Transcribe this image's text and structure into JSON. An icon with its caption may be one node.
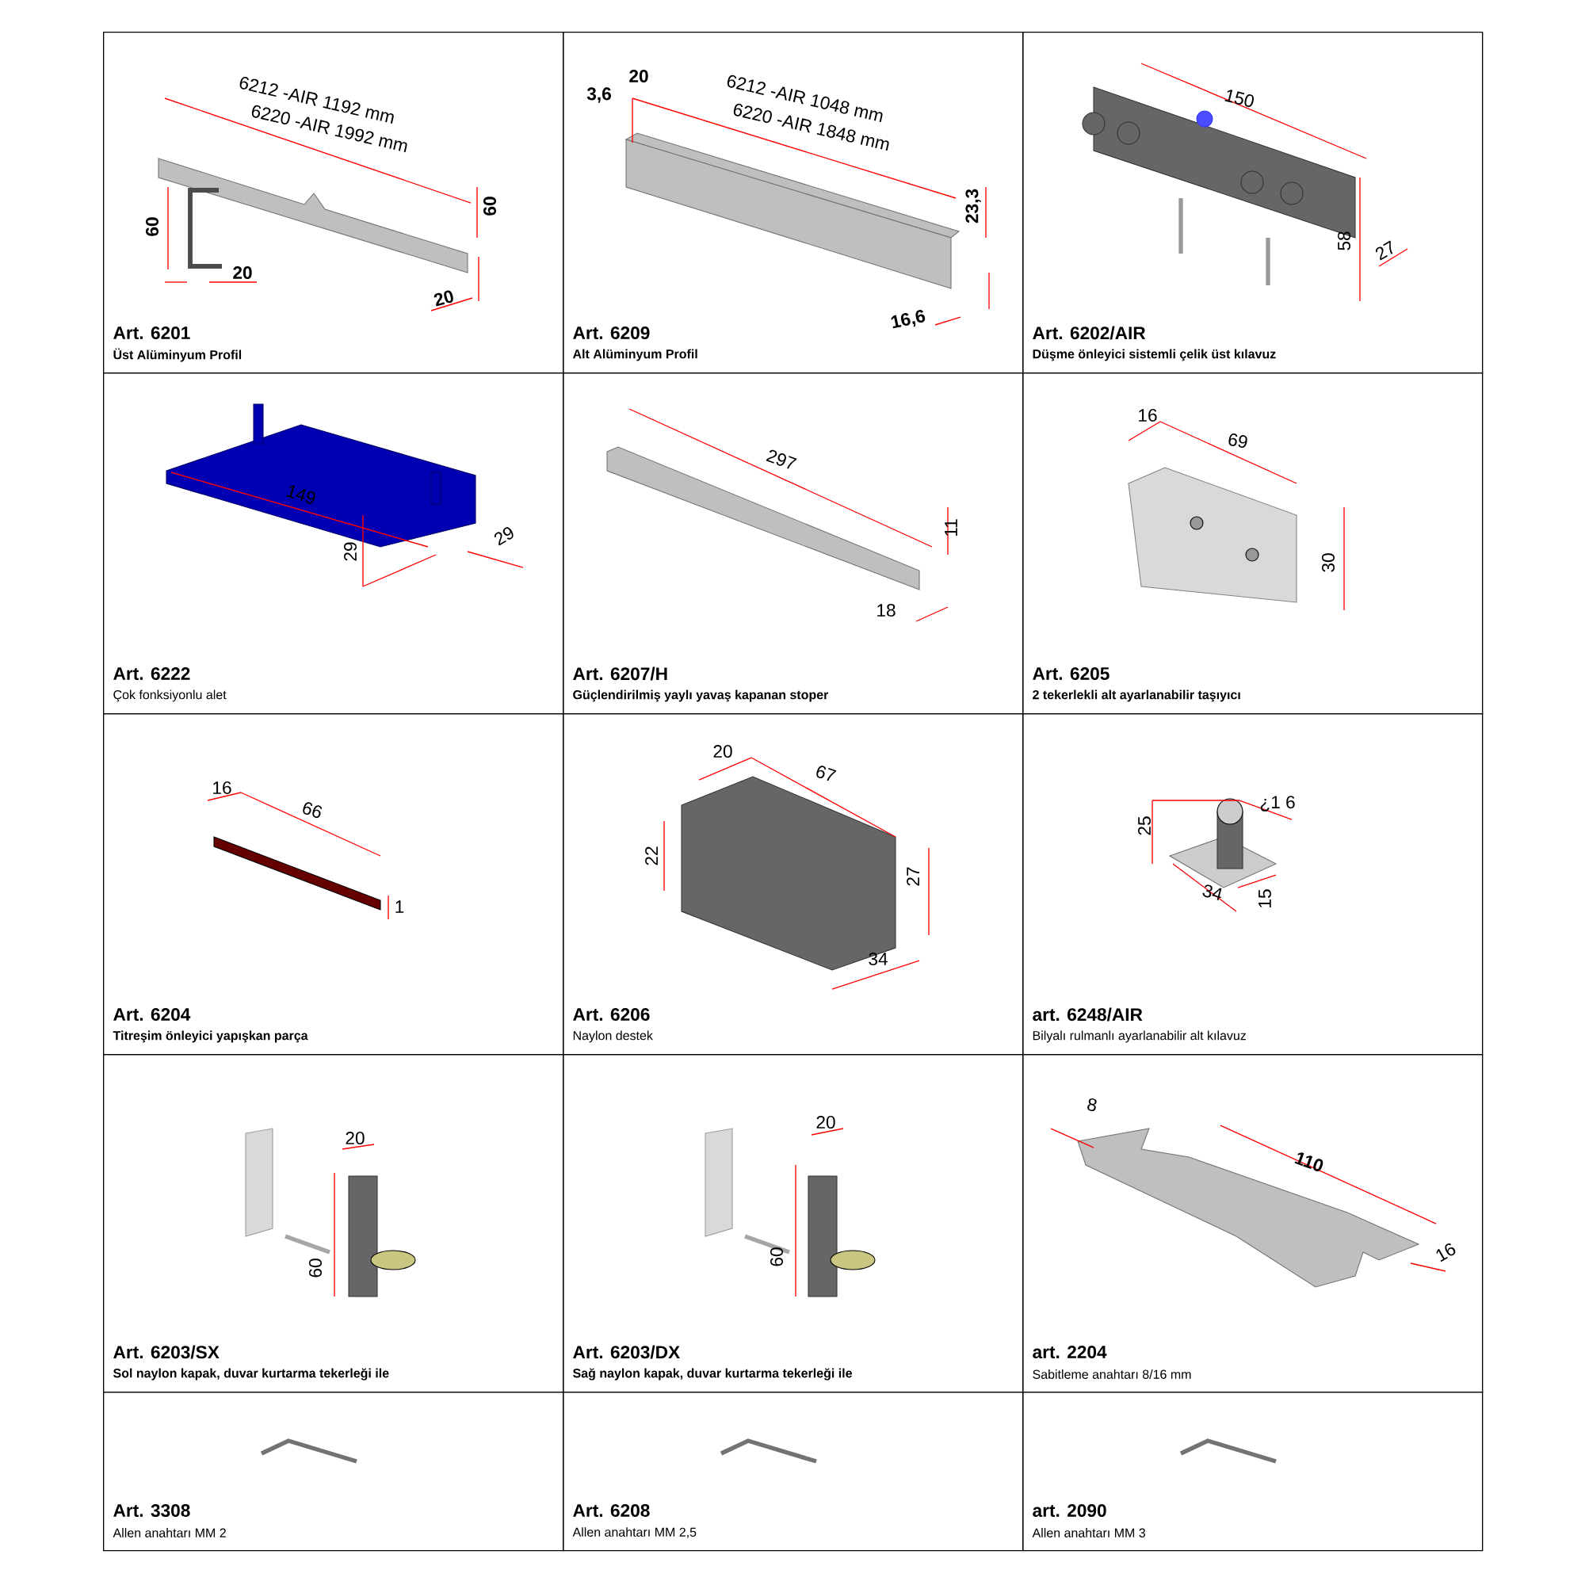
{
  "diagram": {
    "nodes": [
      {
        "text": [
          "Art. 6201",
          "Üst Alüminyum Profil"
        ]
      },
      {
        "text": [
          "Art. 6209",
          "Alt Alüminyum Profil"
        ]
      },
      {
        "text": [
          "Art. 6202/AIR",
          "Düşme önleyici sistemli çelik üst kılavuz"
        ]
      },
      {
        "text": [
          "Art. 6222",
          "Çok fonksiyonlu alet"
        ]
      },
      {
        "text": [
          "Art. 6207/H",
          "Güçlendirilmiş yaylı yavaş kapanan stoper"
        ]
      },
      {
        "text": [
          "Art. 6205",
          "2 tekerlekli alt ayarlanabilir taşıyıcı"
        ]
      },
      {
        "text": [
          "Art. 6204",
          "Titreşim önleyici yapışkan parça"
        ]
      },
      {
        "text": [
          "Art. 6206",
          "Naylon destek"
        ]
      },
      {
        "text": [
          "art. 6248/AIR",
          "Bilyalı rulmanlı ayarlanabilir alt kılavuz"
        ]
      },
      {
        "text": [
          "Art. 6203/SX",
          "Sol naylon kapak, duvar kurtarma tekerleği ile"
        ]
      },
      {
        "text": [
          "Art. 6203/DX",
          "Sağ naylon kapak, duvar kurtarma tekerleği ile"
        ]
      },
      {
        "text": [
          "art. 2204",
          "Sabitleme anahtarı 8/16 mm"
        ]
      },
      {
        "text": [
          "Art. 3308",
          "Allen anahtarı MM 2"
        ]
      },
      {
        "text": [
          "Art. 6208",
          "Allen anahtarı MM 2,5"
        ]
      },
      {
        "text": [
          "art. 2090",
          "Allen anahtarı MM 3"
        ]
      }
    ],
    "labels": [
      "6212 -AIR 1192 mm",
      "6220 -AIR 1992 mm",
      "60",
      "20",
      "60",
      "20",
      "3,6",
      "20",
      "6212 -AIR 1048 mm",
      "6220 -AIR 1848 mm",
      "23,3",
      "16,6",
      "150",
      "58",
      "27",
      "149",
      "29",
      "29",
      "297",
      "11",
      "18",
      "16",
      "69",
      "30",
      "16",
      "66",
      "1",
      "20",
      "67",
      "22",
      "27",
      "34",
      "25",
      "¿1 6",
      "34",
      "15",
      "20",
      "60",
      "20",
      "60",
      "8",
      "110",
      "16"
    ]
  }
}
